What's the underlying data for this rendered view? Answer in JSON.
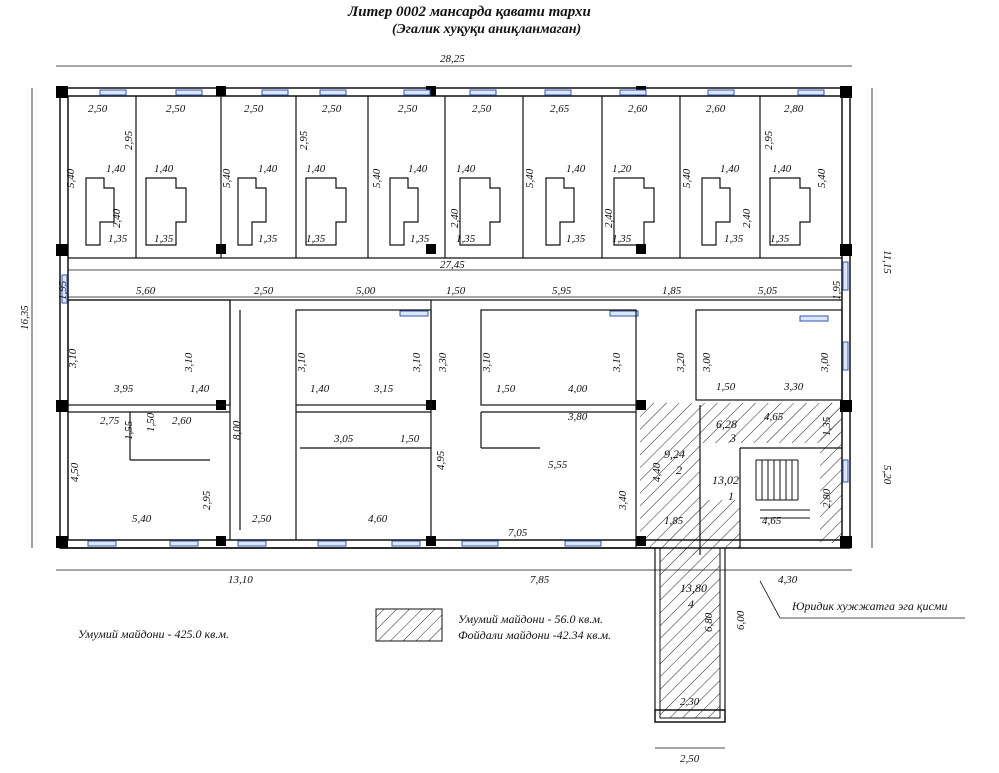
{
  "title": {
    "line1": "Литер 0002  мансарда қавати тархи",
    "line2": "(Эгалик хуқуқи аниқланмаган)"
  },
  "notes": {
    "total_area": "Умумий майдони - 425.0 кв.м.",
    "legend_total": "Умумий майдони - 56.0 кв.м.",
    "legend_useful": "Фойдали майдони -42.34 кв.м.",
    "callout": "Юридик хужжатга эга қисми"
  },
  "dimensions": {
    "overall_width": "28,25",
    "corridor_length": "27,45",
    "overall_depth": "16,35",
    "top_block_depth": "11,15",
    "right_lower_depth": "5,20",
    "bottom_left": "13,10",
    "bottom_mid": "7,85",
    "bottom_right": "4,30",
    "annex_width": "2,50",
    "annex_inner_width": "2,30",
    "annex_length": "6,00",
    "annex_inner_length": "6,80",
    "top_room_widths": [
      "2,50",
      "2,50",
      "2,50",
      "2,50",
      "2,50",
      "2,50",
      "2,65",
      "2,60",
      "2,60",
      "2,80"
    ],
    "room_depth": "5,40",
    "upper_depth": "2,95",
    "niche_width": "1,40",
    "niche_width_alt": "1,20",
    "niche_depth": "2,40",
    "bath_width": "1,35",
    "corridor_w": "1,95",
    "mid_widths": [
      "5,60",
      "2,50",
      "5,00",
      "1,50",
      "5,95",
      "1,85",
      "5,05"
    ],
    "mid_depths": [
      "3,10",
      "3,30",
      "3,20",
      "3,00"
    ],
    "mid_sub": [
      "3,95",
      "1,40",
      "1,40",
      "3,15",
      "1,50",
      "4,00",
      "1,50",
      "3,30"
    ],
    "low_labels": [
      "2,75",
      "2,60",
      "1,55",
      "1,50",
      "3,05",
      "1,50",
      "3,80",
      "5,55",
      "4,50",
      "8,00",
      "2,95",
      "4,95",
      "4,40",
      "3,40",
      "5,40",
      "2,50",
      "4,60",
      "7,05",
      "1,85",
      "4,65",
      "4,65",
      "1,35",
      "2,80"
    ]
  },
  "rooms": [
    {
      "area": "6,28",
      "number": "3"
    },
    {
      "area": "9,24",
      "number": "2"
    },
    {
      "area": "13,02",
      "number": "1"
    },
    {
      "area": "13,80",
      "number": "4"
    }
  ]
}
